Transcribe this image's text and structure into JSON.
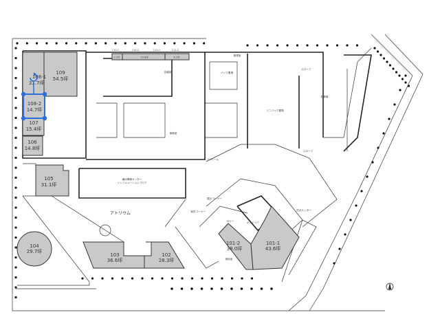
{
  "floor_plan": {
    "units": [
      {
        "id": "108-1",
        "area": "31.7坪"
      },
      {
        "id": "109",
        "area": "54.5坪"
      },
      {
        "id": "108-2",
        "area": "14.7坪",
        "selected": true
      },
      {
        "id": "107",
        "area": "15.4坪"
      },
      {
        "id": "106",
        "area": "14.8坪"
      },
      {
        "id": "105",
        "area": "31.1坪"
      },
      {
        "id": "104",
        "area": "29.7坪"
      },
      {
        "id": "103",
        "area": "36.6坪"
      },
      {
        "id": "102",
        "area": "28.3坪"
      },
      {
        "id": "101-2",
        "area": "38.0坪"
      },
      {
        "id": "101-1",
        "area": "43.6坪"
      },
      {
        "id": "110-1",
        "area": "2.2坪"
      },
      {
        "id": "110-2",
        "area": "10.8坪"
      },
      {
        "id": "111-1",
        "area": ""
      },
      {
        "id": "111-2",
        "area": "6.1坪"
      }
    ],
    "rooms": {
      "atrium": "アトリウム",
      "void_core": "ボイドコア",
      "info_floor_1": "横浜情報センター",
      "info_floor_2": "インフォメーションフロア",
      "bike_parking": "バイク置場",
      "minibike_parking": "ミニバイク置場",
      "parking": "駐車場",
      "slope_top": "スロープ",
      "slope_bottom": "スロープ",
      "ev_hall": "EVホール",
      "management": "管理室",
      "disaster_center": "防災センター",
      "lobby": "ロビー",
      "windbreak": "風除室",
      "exhibition_corner": "展示コーナー",
      "guide_corner": "案内コーナー",
      "meeting_room": "会議室",
      "office": "事務室"
    },
    "colors": {
      "unit_fill": "#c9c9c9",
      "selection": "#2a6fdb"
    }
  }
}
